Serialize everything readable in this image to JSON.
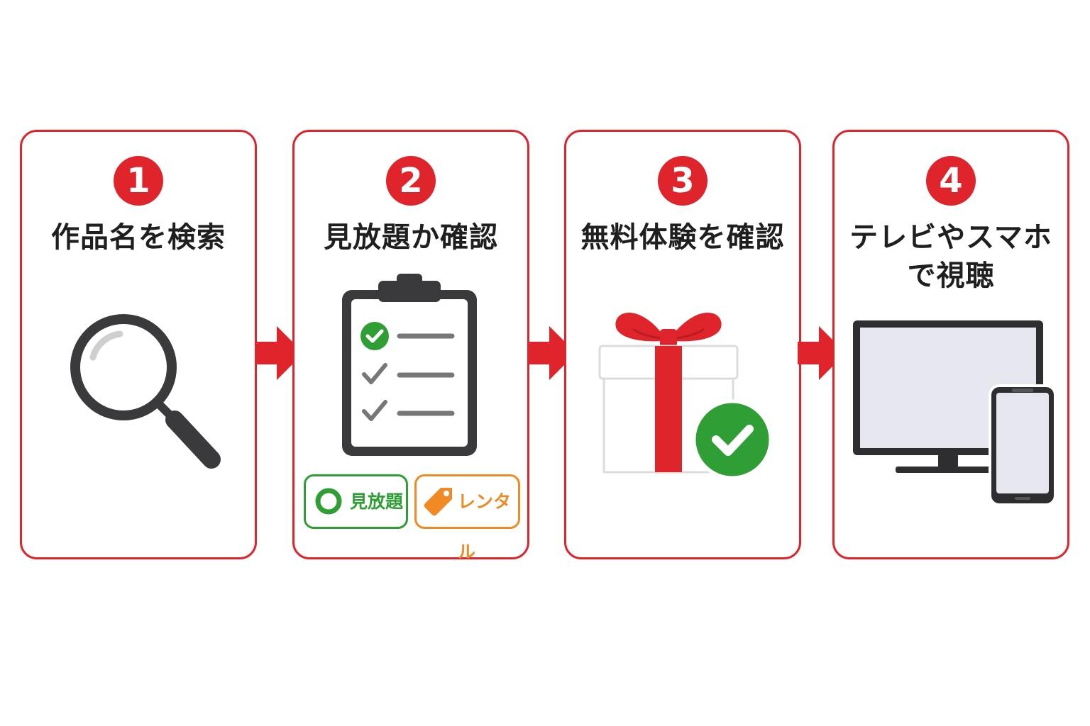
{
  "steps": [
    {
      "number": "1",
      "title": "作品名を検索",
      "icon": "magnifier-icon"
    },
    {
      "number": "2",
      "title": "見放題か確認",
      "icon": "clipboard-checklist-icon"
    },
    {
      "number": "3",
      "title": "無料体験を確認",
      "icon": "gift-check-icon"
    },
    {
      "number": "4",
      "title": "テレビやスマホで視聴",
      "icon": "tv-smartphone-icon"
    }
  ],
  "tags": {
    "unlimited": {
      "label": "見放題",
      "color": "#2e9e35",
      "icon": "circle-icon"
    },
    "rental": {
      "label": "レンタル",
      "color": "#f08a24",
      "icon": "price-tag-icon"
    }
  },
  "colors": {
    "accent": "#e0242c",
    "success": "#2e9e35",
    "icon_dark": "#3a3a3c",
    "rental": "#f08a24"
  }
}
